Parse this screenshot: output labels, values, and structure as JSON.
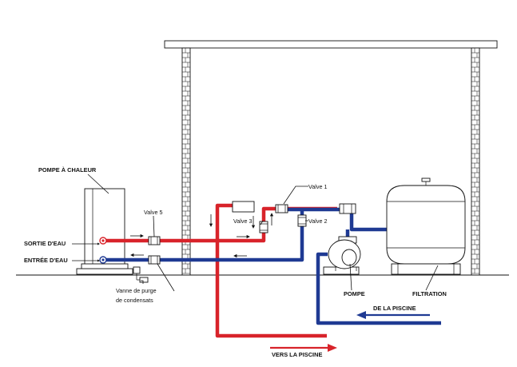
{
  "labels": {
    "heat_pump": "POMPE À CHALEUR",
    "valve5": "Valve 5",
    "water_out": "SORTIE D'EAU",
    "water_in": "ENTRÉE D'EAU",
    "purge_line1": "Vanne de purge",
    "purge_line2": "de condensats",
    "valve1": "Valve 1",
    "valve2": "Valve 2",
    "valve3": "Valve 3",
    "pump": "POMPE",
    "filtration": "FILTRATION",
    "from_pool": "DE LA PISCINE",
    "to_pool": "VERS LA PISCINE"
  },
  "colors": {
    "hot_pipe": "#d8232a",
    "cold_pipe": "#1f3a93",
    "outline": "#111111"
  }
}
